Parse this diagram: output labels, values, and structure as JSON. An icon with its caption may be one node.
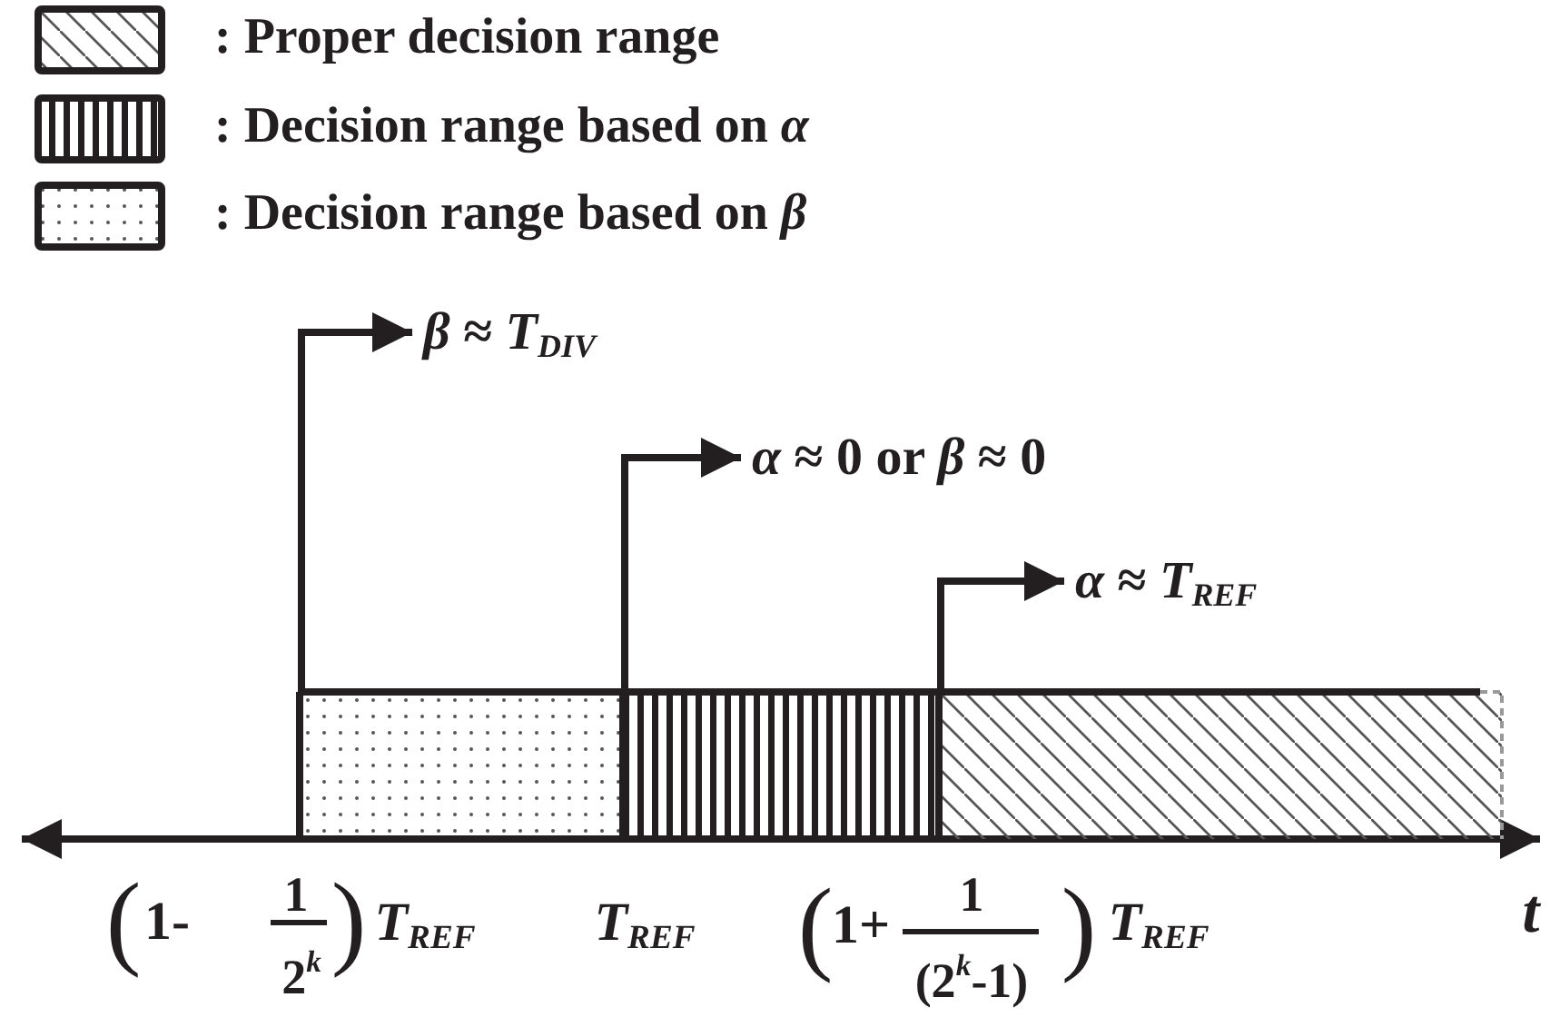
{
  "diagram": {
    "nodes": [
      {
        "text": [],
        "shape": "bar"
      },
      {
        "text": [],
        "shape": "bar"
      },
      {
        "text": [],
        "shape": "bar"
      },
      {
        "text": [
          "*β* ≈ *T*$_{DIV}$"
        ]
      },
      {
        "text": [
          "*α* ≈ 0 or *β* ≈ 0"
        ]
      },
      {
        "text": [
          "*α* ≈ *T*$_{REF}$"
        ]
      }
    ],
    "edges": [
      {
        "from": 0,
        "to": 3,
        "arrow": "to"
      },
      {
        "from": 1,
        "to": 4,
        "arrow": "to"
      },
      {
        "from": 2,
        "to": 5,
        "arrow": "to"
      }
    ],
    "labels": [
      "(",
      "1-",
      "1",
      "2$^{k}$",
      ")",
      "*T*$_{REF}$",
      "*T*$_{REF}$",
      "(",
      "1+",
      "1",
      "(2$^{k}$-1)",
      ")",
      "*T*$_{REF}$",
      "t"
    ],
    "legend": [
      {
        "text": ": Proper decision range"
      },
      {
        "text": ": Decision range based on *α*"
      },
      {
        "text": ": Decision range based on *β*"
      }
    ]
  }
}
